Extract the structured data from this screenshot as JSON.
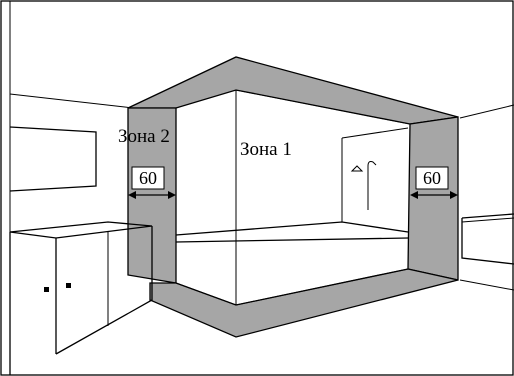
{
  "zones": {
    "zone1_label": "Зона 1",
    "zone2_label": "Зона 2"
  },
  "dimensions": {
    "left_width": "60",
    "right_width": "60"
  },
  "colors": {
    "zone2_fill": "#a6a6a6",
    "lines": "#000000",
    "background": "#ffffff"
  }
}
